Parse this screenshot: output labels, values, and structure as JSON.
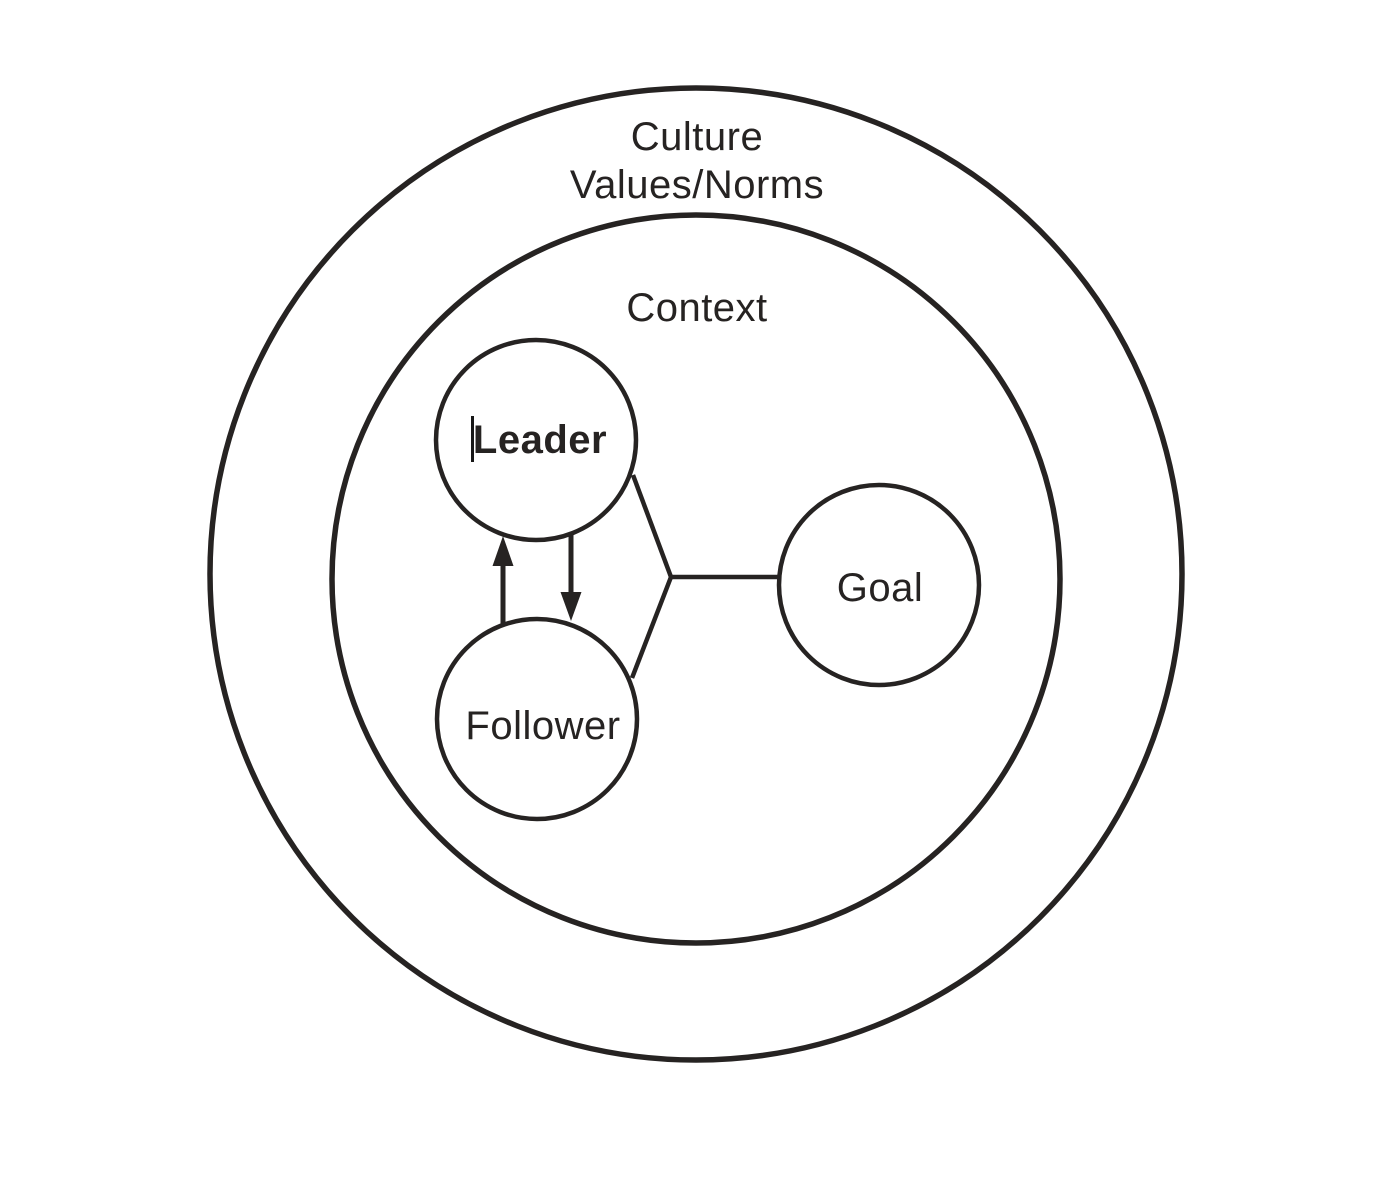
{
  "diagram": {
    "background_color": "#ffffff",
    "line_color": "#262322",
    "text_color": "#262322",
    "rings": {
      "culture": {
        "label_line1": "Culture",
        "label_line2": "Values/Norms"
      },
      "context": {
        "label": "Context"
      }
    },
    "nodes": {
      "leader": {
        "label": "Leader",
        "emphasis": "bold",
        "text_cursor_visible": true
      },
      "follower": {
        "label": "Follower",
        "emphasis": "regular"
      },
      "goal": {
        "label": "Goal",
        "emphasis": "regular"
      }
    },
    "connections": [
      {
        "from": "follower",
        "to": "leader",
        "style": "arrow-up"
      },
      {
        "from": "leader",
        "to": "follower",
        "style": "arrow-down"
      },
      {
        "from": "leader-follower-junction",
        "to": "goal",
        "style": "plain-line"
      }
    ]
  }
}
